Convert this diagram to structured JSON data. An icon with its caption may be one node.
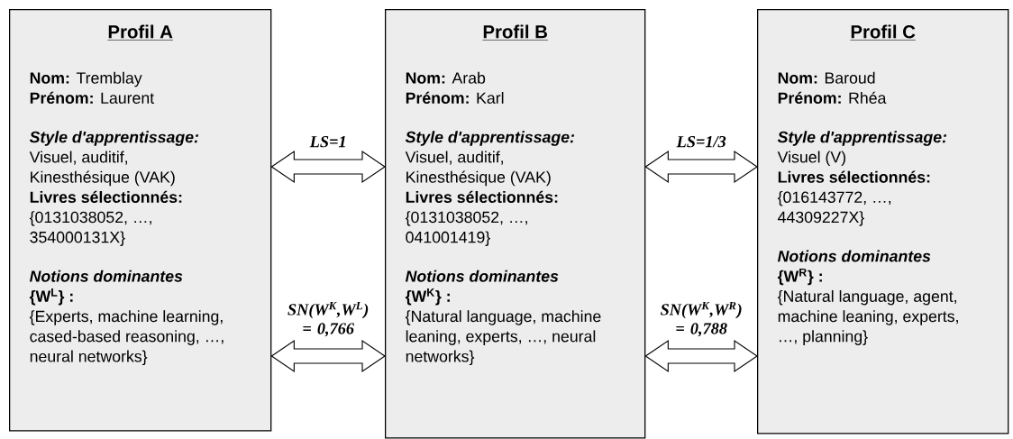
{
  "diagram": {
    "nodes": [
      {
        "text": [
          "Profil A",
          "**Nom:** Tremblay",
          "**Prénom:** Laurent",
          "Style d'apprentissage:",
          "Visuel, auditif, Kinesthésique (VAK)",
          "Livres sélectionnés:",
          "{0131038052, …, 354000131X}",
          "Notions dominantes",
          "{W$^{L}$} :",
          "{Experts, machine learning, cased-based reasoning, …, neural networks}"
        ]
      },
      {
        "text": [
          "Profil B",
          "**Nom:** Arab",
          "**Prénom:** Karl",
          "Style d'apprentissage:",
          "Visuel, auditif, Kinesthésique (VAK)",
          "Livres sélectionnés:",
          "{0131038052, …, 041001419}",
          "Notions dominantes",
          "{W$^{K}$} :",
          "{Natural language, machine leaning, experts, …, neural networks}"
        ]
      },
      {
        "text": [
          "Profil C",
          "**Nom:** Baroud",
          "**Prénom:** Rhéa",
          "Style d'apprentissage:",
          "Visuel (V)",
          "Livres sélectionnés:",
          "{016143772, …, 44309227X}",
          "Notions dominantes",
          "{W$^{R}$} :",
          "{Natural language, agent, machine leaning, experts, …, planning}"
        ]
      }
    ],
    "edges": [
      {
        "from": 0,
        "to": 1,
        "arrow": "both",
        "label": "LS=1"
      },
      {
        "from": 1,
        "to": 2,
        "arrow": "both",
        "label": "LS=1/3"
      },
      {
        "from": 0,
        "to": 1,
        "arrow": "both",
        "label": "SN(W$^{K}$,W$^{L}$) = 0,766"
      },
      {
        "from": 1,
        "to": 2,
        "arrow": "both",
        "label": "SN(W$^{K}$,W$^{R}$) = 0,788"
      }
    ]
  }
}
